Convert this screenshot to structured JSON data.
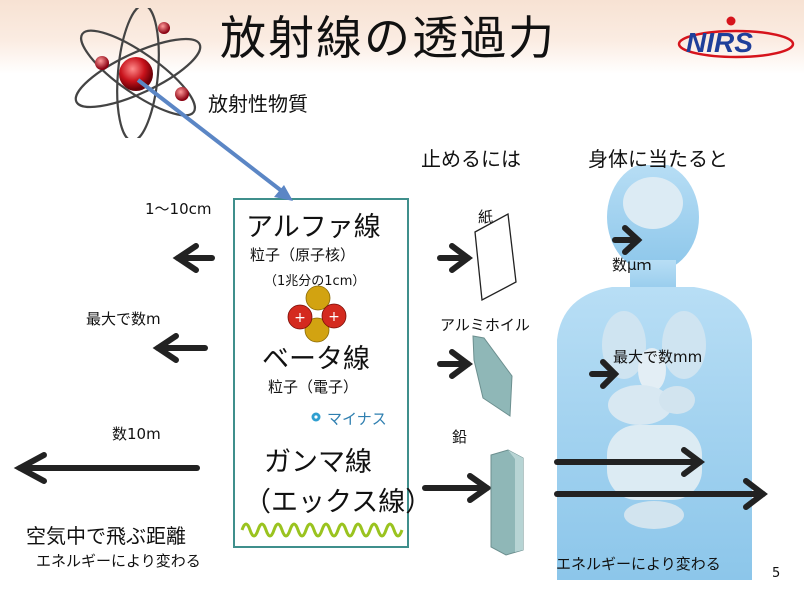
{
  "title": "放射線の透過力",
  "logo_text": "NIRS",
  "source_label": "放射性物質",
  "column_stop": "止めるには",
  "column_body": "身体に当たると",
  "alpha": {
    "name": "アルファ線",
    "desc": "粒子（原子核）",
    "size": "（1兆分の1cm）",
    "range": "1～10cm",
    "shield": "紙",
    "body_effect": "数μｍ",
    "charge": "+"
  },
  "beta": {
    "name": "ベータ線",
    "desc": "粒子（電子）",
    "minus": "マイナス",
    "range": "最大で数m",
    "shield": "アルミホイル",
    "body_effect": "最大で数mm"
  },
  "gamma": {
    "name": "ガンマ線",
    "desc": "（エックス線）",
    "range": "数10m",
    "shield": "鉛"
  },
  "left_footer": "空気中で飛ぶ距離",
  "left_footer_sub": "エネルギーにより変わる",
  "right_footer": "エネルギーにより変わる",
  "page_number": "5",
  "colors": {
    "box_border": "#3f8f8c",
    "body_blue": "#9ccfee",
    "alpha_red": "#d42a1f",
    "alpha_gold": "#d2a311",
    "beta_dot": "#2f9fd0",
    "wave_green": "#9ac31f",
    "shield_teal": "#8fb7b7",
    "logo_blue": "#1f3f9a",
    "logo_red": "#d6141c"
  }
}
